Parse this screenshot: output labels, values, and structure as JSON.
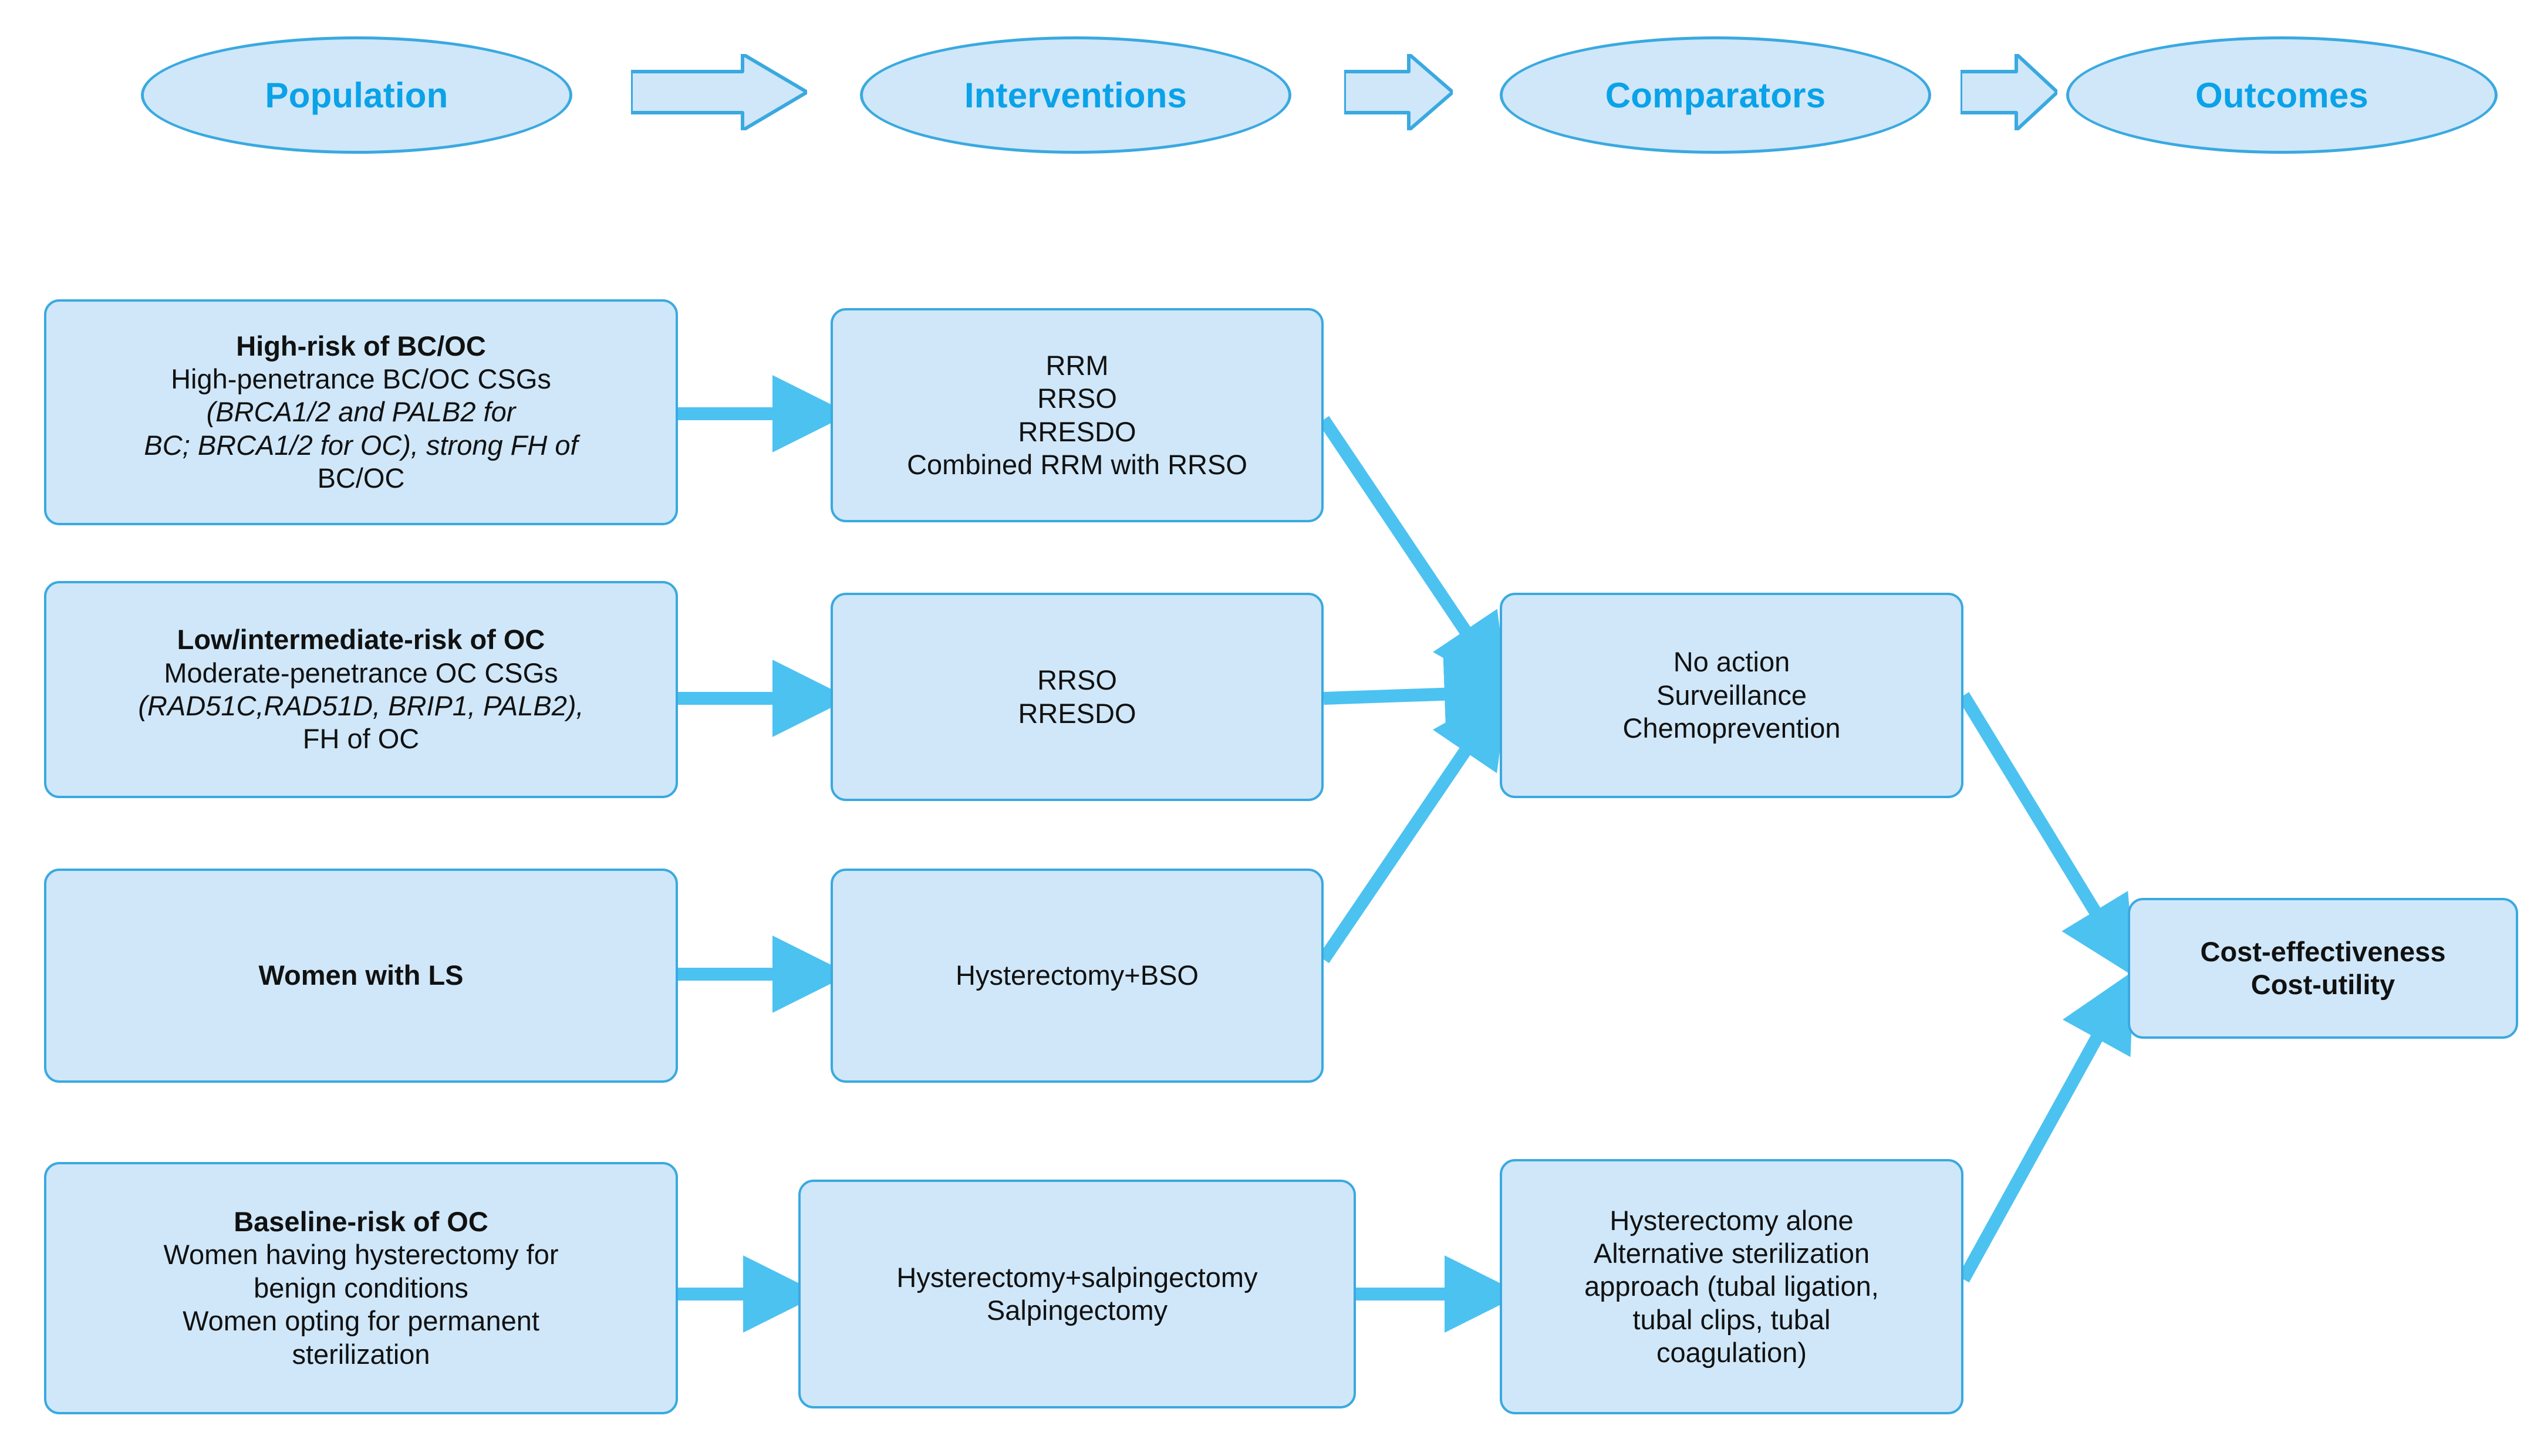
{
  "diagram": {
    "title_row": [
      {
        "id": "population",
        "label": "Population"
      },
      {
        "id": "interventions",
        "label": "Interventions"
      },
      {
        "id": "comparators",
        "label": "Comparators"
      },
      {
        "id": "outcomes",
        "label": "Outcomes"
      }
    ],
    "colors": {
      "box_fill": "#cfe7f9",
      "box_border": "#3aa9e0",
      "arrow": "#4cc2f1",
      "header_text": "#0aa2e8",
      "body_text": "#111111"
    },
    "population_boxes": [
      {
        "id": "high-risk",
        "lines": [
          {
            "text": "High-risk of BC/OC",
            "style": "bold"
          },
          {
            "text": "High-penetrance BC/OC CSGs",
            "style": "normal"
          },
          {
            "text": "(BRCA1/2 and PALB2 for",
            "style": "mixed-italic-1"
          },
          {
            "text": "BC; BRCA1/2 for OC), strong FH of",
            "style": "mixed-italic-2"
          },
          {
            "text": "BC/OC",
            "style": "normal"
          }
        ]
      },
      {
        "id": "low-intermediate-risk",
        "lines": [
          {
            "text": "Low/intermediate-risk of OC",
            "style": "bold"
          },
          {
            "text": "Moderate-penetrance OC CSGs",
            "style": "normal"
          },
          {
            "text": "(RAD51C,RAD51D, BRIP1, PALB2),",
            "style": "italic"
          },
          {
            "text": "FH of OC",
            "style": "normal"
          }
        ]
      },
      {
        "id": "lynch-syndrome",
        "lines": [
          {
            "text": "Women with LS",
            "style": "bold"
          }
        ]
      },
      {
        "id": "baseline-risk",
        "lines": [
          {
            "text": "Baseline-risk of OC",
            "style": "bold"
          },
          {
            "text": "Women having hysterectomy for",
            "style": "normal"
          },
          {
            "text": "benign conditions",
            "style": "normal"
          },
          {
            "text": "Women opting for permanent",
            "style": "normal"
          },
          {
            "text": "sterilization",
            "style": "normal"
          }
        ]
      }
    ],
    "intervention_boxes": [
      {
        "id": "interventions-high-risk",
        "lines": [
          "RRM",
          "RRSO",
          "RRESDO",
          "Combined RRM with RRSO"
        ]
      },
      {
        "id": "interventions-low-intermediate",
        "lines": [
          "RRSO",
          "RRESDO"
        ]
      },
      {
        "id": "interventions-ls",
        "lines": [
          "Hysterectomy+BSO"
        ]
      },
      {
        "id": "interventions-baseline",
        "lines": [
          "Hysterectomy+salpingectomy",
          "Salpingectomy"
        ]
      }
    ],
    "comparator_boxes": [
      {
        "id": "comparator-no-action",
        "lines": [
          "No action",
          "Surveillance",
          "Chemoprevention"
        ]
      },
      {
        "id": "comparator-hysterectomy-alone",
        "lines": [
          "Hysterectomy alone",
          "Alternative sterilization",
          "approach (tubal ligation,",
          "tubal clips, tubal",
          "coagulation)"
        ]
      }
    ],
    "outcome_box": {
      "id": "outcomes-box",
      "lines": [
        "Cost-effectiveness",
        "Cost-utility"
      ]
    }
  }
}
